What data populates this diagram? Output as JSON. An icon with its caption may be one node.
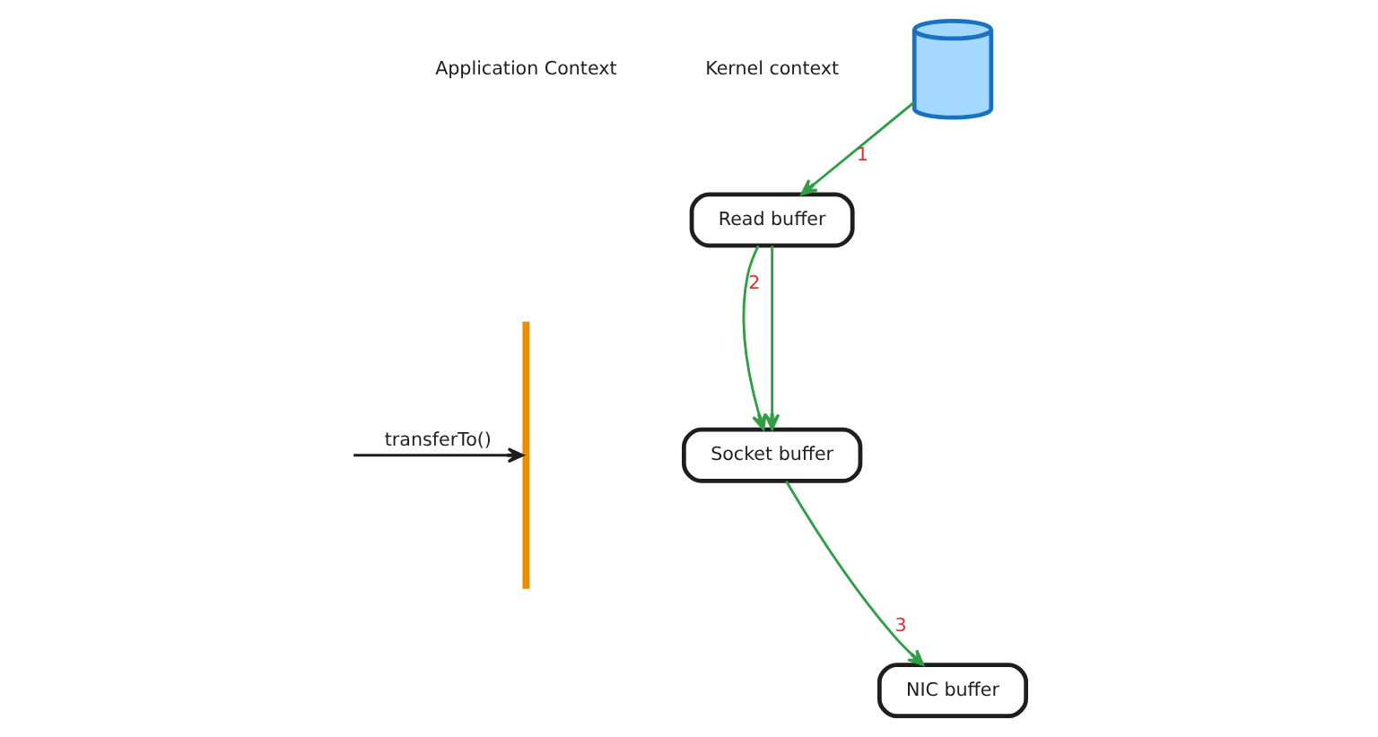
{
  "diagram": {
    "nodes": [
      {
        "text": [],
        "shape": "cylinder"
      },
      {
        "text": [
          "Application Context"
        ]
      },
      {
        "text": [],
        "shape": "bar"
      },
      {
        "text": [
          "Kernel context"
        ]
      },
      {
        "text": [
          "Read buffer"
        ]
      },
      {
        "text": [
          "Socket buffer"
        ]
      },
      {
        "text": [
          "NIC buffer"
        ]
      }
    ],
    "edges": [
      {
        "from": 0,
        "to": 4,
        "arrow": "to",
        "label": "1"
      },
      {
        "from": 4,
        "to": 5,
        "arrow": "to",
        "label": "2"
      },
      {
        "from": 4,
        "to": 5,
        "arrow": "to"
      },
      {
        "from": null,
        "to": 2,
        "arrow": "to",
        "label": "transferTo()",
        "color": "#1e1e1e"
      },
      {
        "from": 5,
        "to": 6,
        "arrow": "to",
        "label": "3"
      }
    ]
  }
}
